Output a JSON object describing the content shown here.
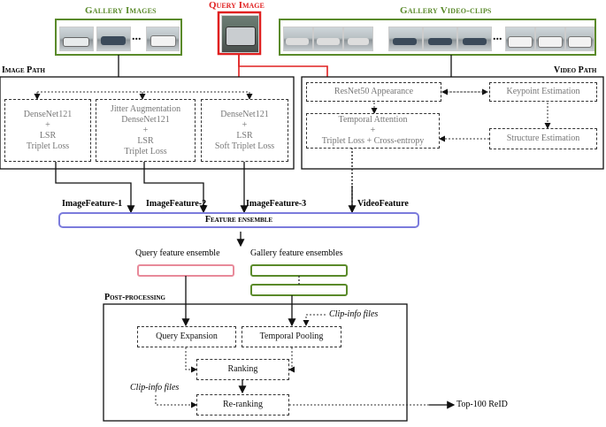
{
  "headers": {
    "gallery_images": "Gallery Images",
    "query_image": "Query Image",
    "gallery_clips": "Gallery Video-clips",
    "ellipsis": "..."
  },
  "image_path": {
    "title": "Image Path",
    "box1": [
      "DenseNet121",
      "+",
      "LSR",
      "Triplet Loss"
    ],
    "box2": [
      "Jitter Augmentation",
      "DenseNet121",
      "+",
      "LSR",
      "Triplet Loss"
    ],
    "box3": [
      "DenseNet121",
      "+",
      "LSR",
      "Soft Triplet Loss"
    ]
  },
  "video_path": {
    "title": "Video Path",
    "resnet": "ResNet50 Appearance",
    "keypoint": "Keypoint Estimation",
    "temporal": [
      "Temporal Attention",
      "+",
      "Triplet Loss + Cross-entropy"
    ],
    "structure": "Structure Estimation"
  },
  "features": {
    "f1": "ImageFeature-1",
    "f2": "ImageFeature-2",
    "f3": "ImageFeature-3",
    "video": "VideoFeature",
    "ensemble": "Feature ensemble"
  },
  "ensembles": {
    "query": "Query feature ensemble",
    "gallery": "Gallery feature ensembles"
  },
  "post": {
    "title": "Post-processing",
    "clip_info_1": "Clip-info files",
    "clip_info_2": "Clip-info files",
    "query_expansion": "Query Expansion",
    "temporal_pooling": "Temporal Pooling",
    "ranking": "Ranking",
    "reranking": "Re-ranking",
    "output": "Top-100 ReID"
  },
  "colors": {
    "green": "#5a8a2a",
    "red": "#e02020",
    "blue_box": "#7b7bdc",
    "pink_box": "#e88a9a"
  }
}
